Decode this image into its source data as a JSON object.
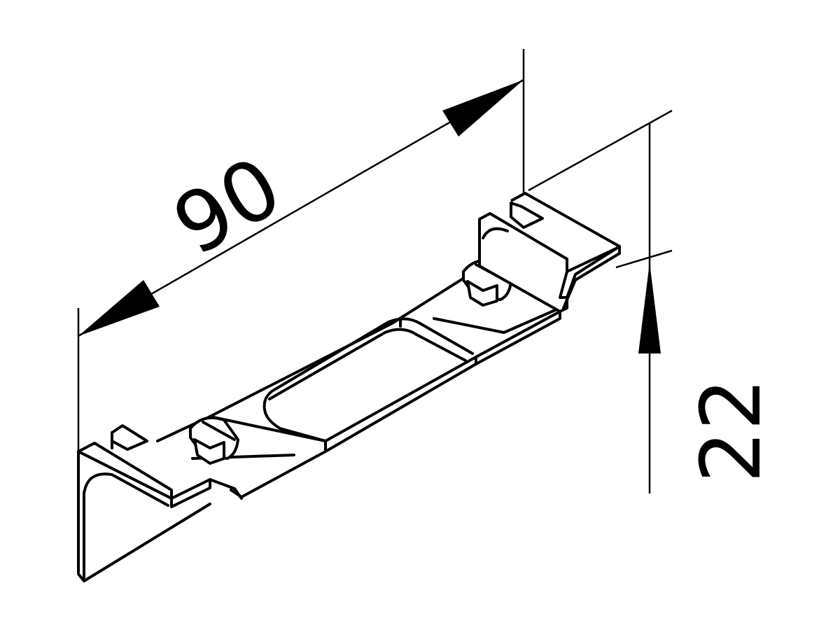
{
  "drawing": {
    "subject": "mounting bracket with two screws",
    "line_color": "#000000",
    "background": "#ffffff"
  },
  "dimensions": {
    "length": {
      "label": "90",
      "orientation": "along part axis"
    },
    "height": {
      "label": "22",
      "orientation": "vertical"
    }
  }
}
